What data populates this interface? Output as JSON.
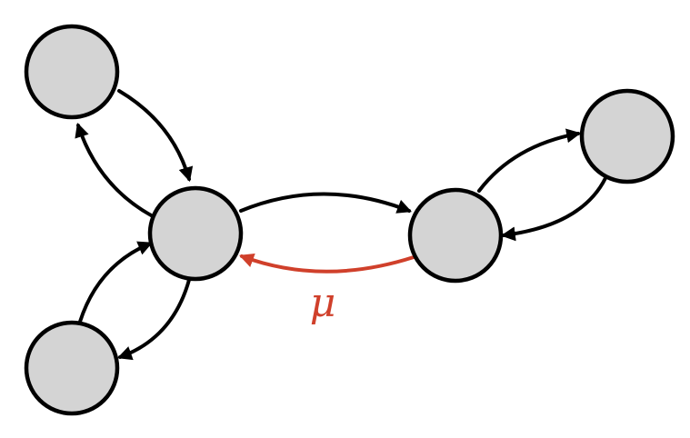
{
  "diagram": {
    "nodes": [
      {
        "id": "top-left"
      },
      {
        "id": "center-hub"
      },
      {
        "id": "bottom-left"
      },
      {
        "id": "middle-right"
      },
      {
        "id": "top-right"
      }
    ],
    "edges": [
      {
        "id": "top-left-to-center",
        "from": "top-left",
        "to": "center-hub",
        "color": "#000000",
        "label": ""
      },
      {
        "id": "center-to-top-left",
        "from": "center-hub",
        "to": "top-left",
        "color": "#000000",
        "label": ""
      },
      {
        "id": "bottom-left-to-center",
        "from": "bottom-left",
        "to": "center-hub",
        "color": "#000000",
        "label": ""
      },
      {
        "id": "center-to-bottom-left",
        "from": "center-hub",
        "to": "bottom-left",
        "color": "#000000",
        "label": ""
      },
      {
        "id": "center-to-middle-right",
        "from": "center-hub",
        "to": "middle-right",
        "color": "#000000",
        "label": ""
      },
      {
        "id": "middle-right-to-center",
        "from": "middle-right",
        "to": "center-hub",
        "color": "#d0402b",
        "label": "μ"
      },
      {
        "id": "middle-right-to-top-right",
        "from": "middle-right",
        "to": "top-right",
        "color": "#000000",
        "label": ""
      },
      {
        "id": "top-right-to-middle-right",
        "from": "top-right",
        "to": "middle-right",
        "color": "#000000",
        "label": ""
      }
    ],
    "colors": {
      "node_fill": "#d4d4d4",
      "node_stroke": "#000000",
      "edge_default": "#000000",
      "edge_highlight": "#d0402b"
    },
    "mu_label": "μ"
  }
}
